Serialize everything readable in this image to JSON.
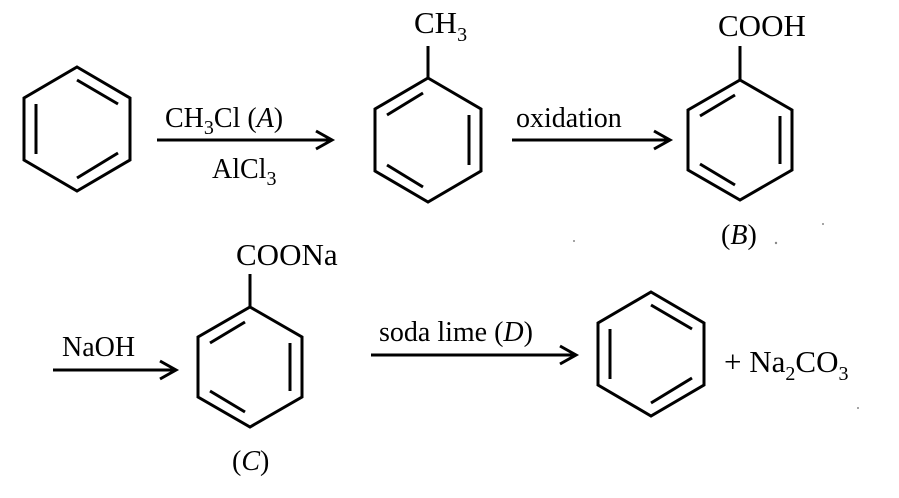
{
  "reaction_scheme": {
    "step1": {
      "reagent_above": [
        "CH",
        "3",
        "Cl (",
        "A",
        ")"
      ],
      "reagent_below": [
        "AlCl",
        "3"
      ],
      "product_substituent": [
        "CH",
        "3"
      ]
    },
    "step2": {
      "reagent_above": "oxidation",
      "product_substituent": "COOH",
      "product_label": [
        "(",
        "B",
        ")"
      ]
    },
    "step3": {
      "reagent_above": "NaOH",
      "product_substituent": "COONa",
      "product_label": [
        "(",
        "C",
        ")"
      ]
    },
    "step4": {
      "reagent_above": [
        "soda lime (",
        "D",
        ")"
      ],
      "byproduct": [
        "+ Na",
        "2",
        "CO",
        "3"
      ]
    }
  }
}
